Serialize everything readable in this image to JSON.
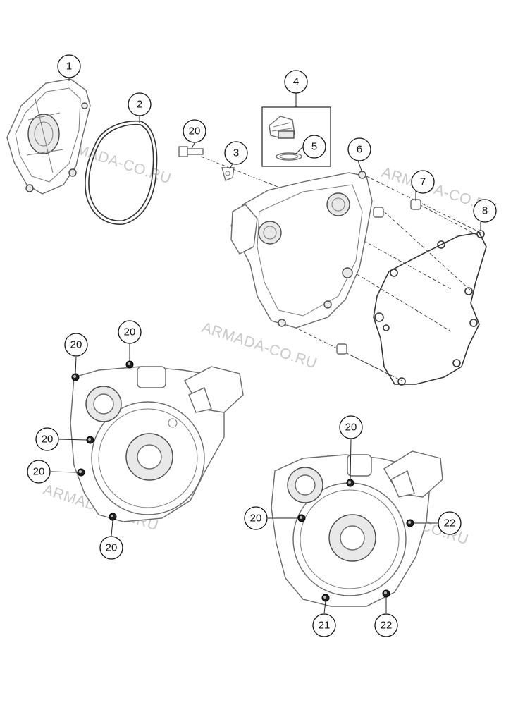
{
  "watermark": {
    "text": "ARMADA-CO.RU"
  },
  "callouts": [
    {
      "label": "1"
    },
    {
      "label": "2"
    },
    {
      "label": "20"
    },
    {
      "label": "3"
    },
    {
      "label": "4"
    },
    {
      "label": "5"
    },
    {
      "label": "6"
    },
    {
      "label": "7"
    },
    {
      "label": "8"
    },
    {
      "label": "20"
    },
    {
      "label": "20"
    },
    {
      "label": "20"
    },
    {
      "label": "20"
    },
    {
      "label": "20"
    },
    {
      "label": "20"
    },
    {
      "label": "20"
    },
    {
      "label": "22"
    },
    {
      "label": "21"
    },
    {
      "label": "22"
    }
  ]
}
